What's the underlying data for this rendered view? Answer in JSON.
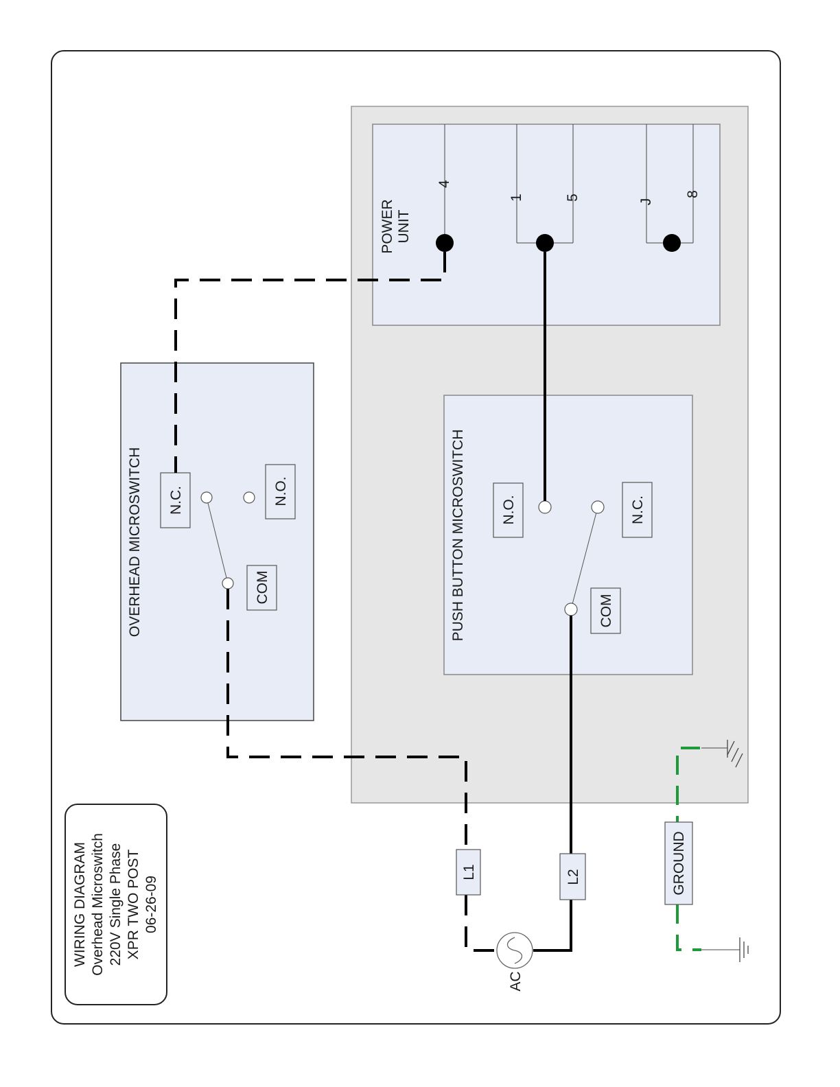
{
  "title_block": {
    "line1": "WIRING DIAGRAM",
    "line2": "Overhead Microswitch",
    "line3": "220V Single Phase",
    "line4": "XPR TWO POST",
    "line5": "06-26-09"
  },
  "overhead_microswitch": {
    "title": "OVERHEAD MICROSWITCH",
    "nc": "N.C.",
    "no": "N.O.",
    "com": "COM"
  },
  "push_button_microswitch": {
    "title": "PUSH BUTTON  MICROSWITCH",
    "no": "N.O.",
    "nc": "N.C.",
    "com": "COM"
  },
  "power_unit": {
    "title_line1": "POWER",
    "title_line2": "UNIT",
    "terminals": [
      "4",
      "1",
      "5",
      "J",
      "8"
    ]
  },
  "supply": {
    "l1": "L1",
    "l2": "L2",
    "ground": "GROUND",
    "ac": "AC"
  },
  "colors": {
    "panel_fill": "#e8ecf6",
    "enclosure_fill": "#e6e6e6",
    "wire": "#000000",
    "ground_wire": "#1f9a3a"
  }
}
